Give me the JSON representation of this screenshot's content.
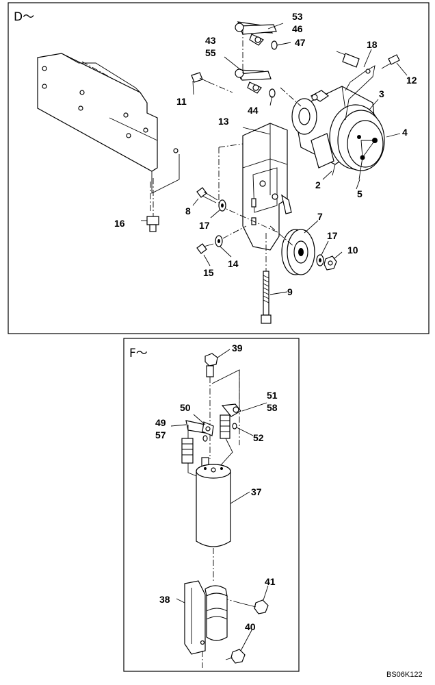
{
  "panels": {
    "d": {
      "label": "D～"
    },
    "f": {
      "label": "F～"
    }
  },
  "callouts": {
    "c53": "53",
    "c46": "46",
    "c43": "43",
    "c55": "55",
    "c47": "47",
    "c18": "18",
    "c11": "11",
    "c44": "44",
    "c12": "12",
    "c3": "3",
    "c13": "13",
    "c4": "4",
    "c2": "2",
    "c5": "5",
    "c8": "8",
    "c16": "16",
    "c17a": "17",
    "c7": "7",
    "c17b": "17",
    "c10": "10",
    "c14": "14",
    "c15": "15",
    "c9": "9",
    "c39": "39",
    "c51": "51",
    "c58": "58",
    "c50": "50",
    "c49": "49",
    "c57": "57",
    "c52": "52",
    "c37": "37",
    "c41": "41",
    "c38": "38",
    "c40": "40"
  },
  "drawing_code": "BS06K122"
}
